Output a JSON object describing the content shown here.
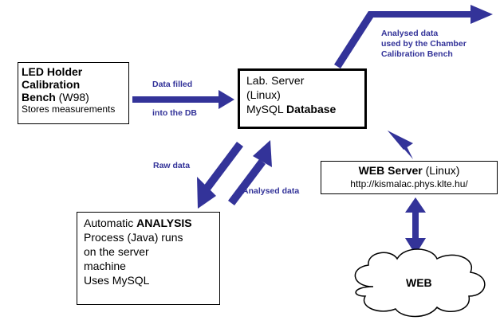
{
  "colors": {
    "arrow": "#333399",
    "text": "#000000",
    "label": "#333399",
    "box_border": "#000000"
  },
  "led_box": {
    "line1": "LED Holder",
    "line2": "Calibration",
    "line3_bold": "Bench",
    "line3_rest": " (W98)",
    "line4": "Stores measurements"
  },
  "lab_server": {
    "line1": "Lab. Server",
    "line2": "(Linux)",
    "line3_normal": "MySQL ",
    "line3_bold": "Database"
  },
  "web_server": {
    "title_bold": "WEB Server",
    "title_rest": " (Linux)",
    "url": "http://kismalac.phys.klte.hu/"
  },
  "analysis_box": {
    "line1_normal": "Automatic ",
    "line1_bold": "ANALYSIS",
    "line2": "Process (Java) runs",
    "line3": "on the server",
    "line4": "machine",
    "line5": "Uses MySQL"
  },
  "cloud": {
    "label": "WEB"
  },
  "labels": {
    "data_filled": "Data filled",
    "into_db": "into the DB",
    "raw_data": "Raw data",
    "analysed_data": "Analysed data",
    "analysed_used_1": "Analysed data",
    "analysed_used_2": "used by the Chamber",
    "analysed_used_3": "Calibration Bench"
  }
}
